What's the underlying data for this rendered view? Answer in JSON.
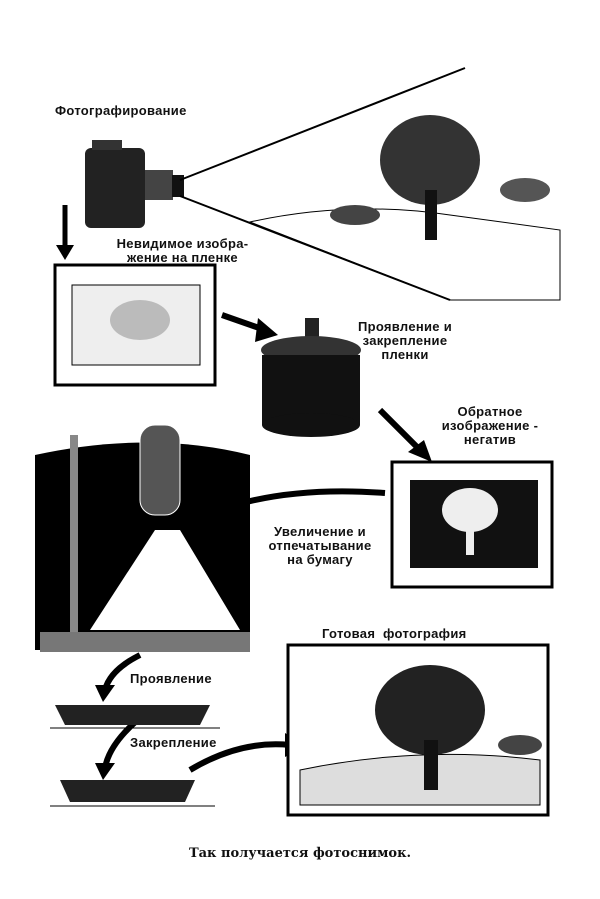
{
  "labels": {
    "photographing": "Фотографирование",
    "latent_image": "Невидимое изобра-\nжение на пленке",
    "film_development": "Проявление и\nзакрепление\nпленки",
    "negative": "Обратное\nизображение -\nнегатив",
    "enlarging": "Увеличение и\nотпечатывание\nна бумагу",
    "finished_photo": "Готовая  фотография",
    "developing": "Проявление",
    "fixing": "Закрепление"
  },
  "caption": "Так получается фотоснимок."
}
